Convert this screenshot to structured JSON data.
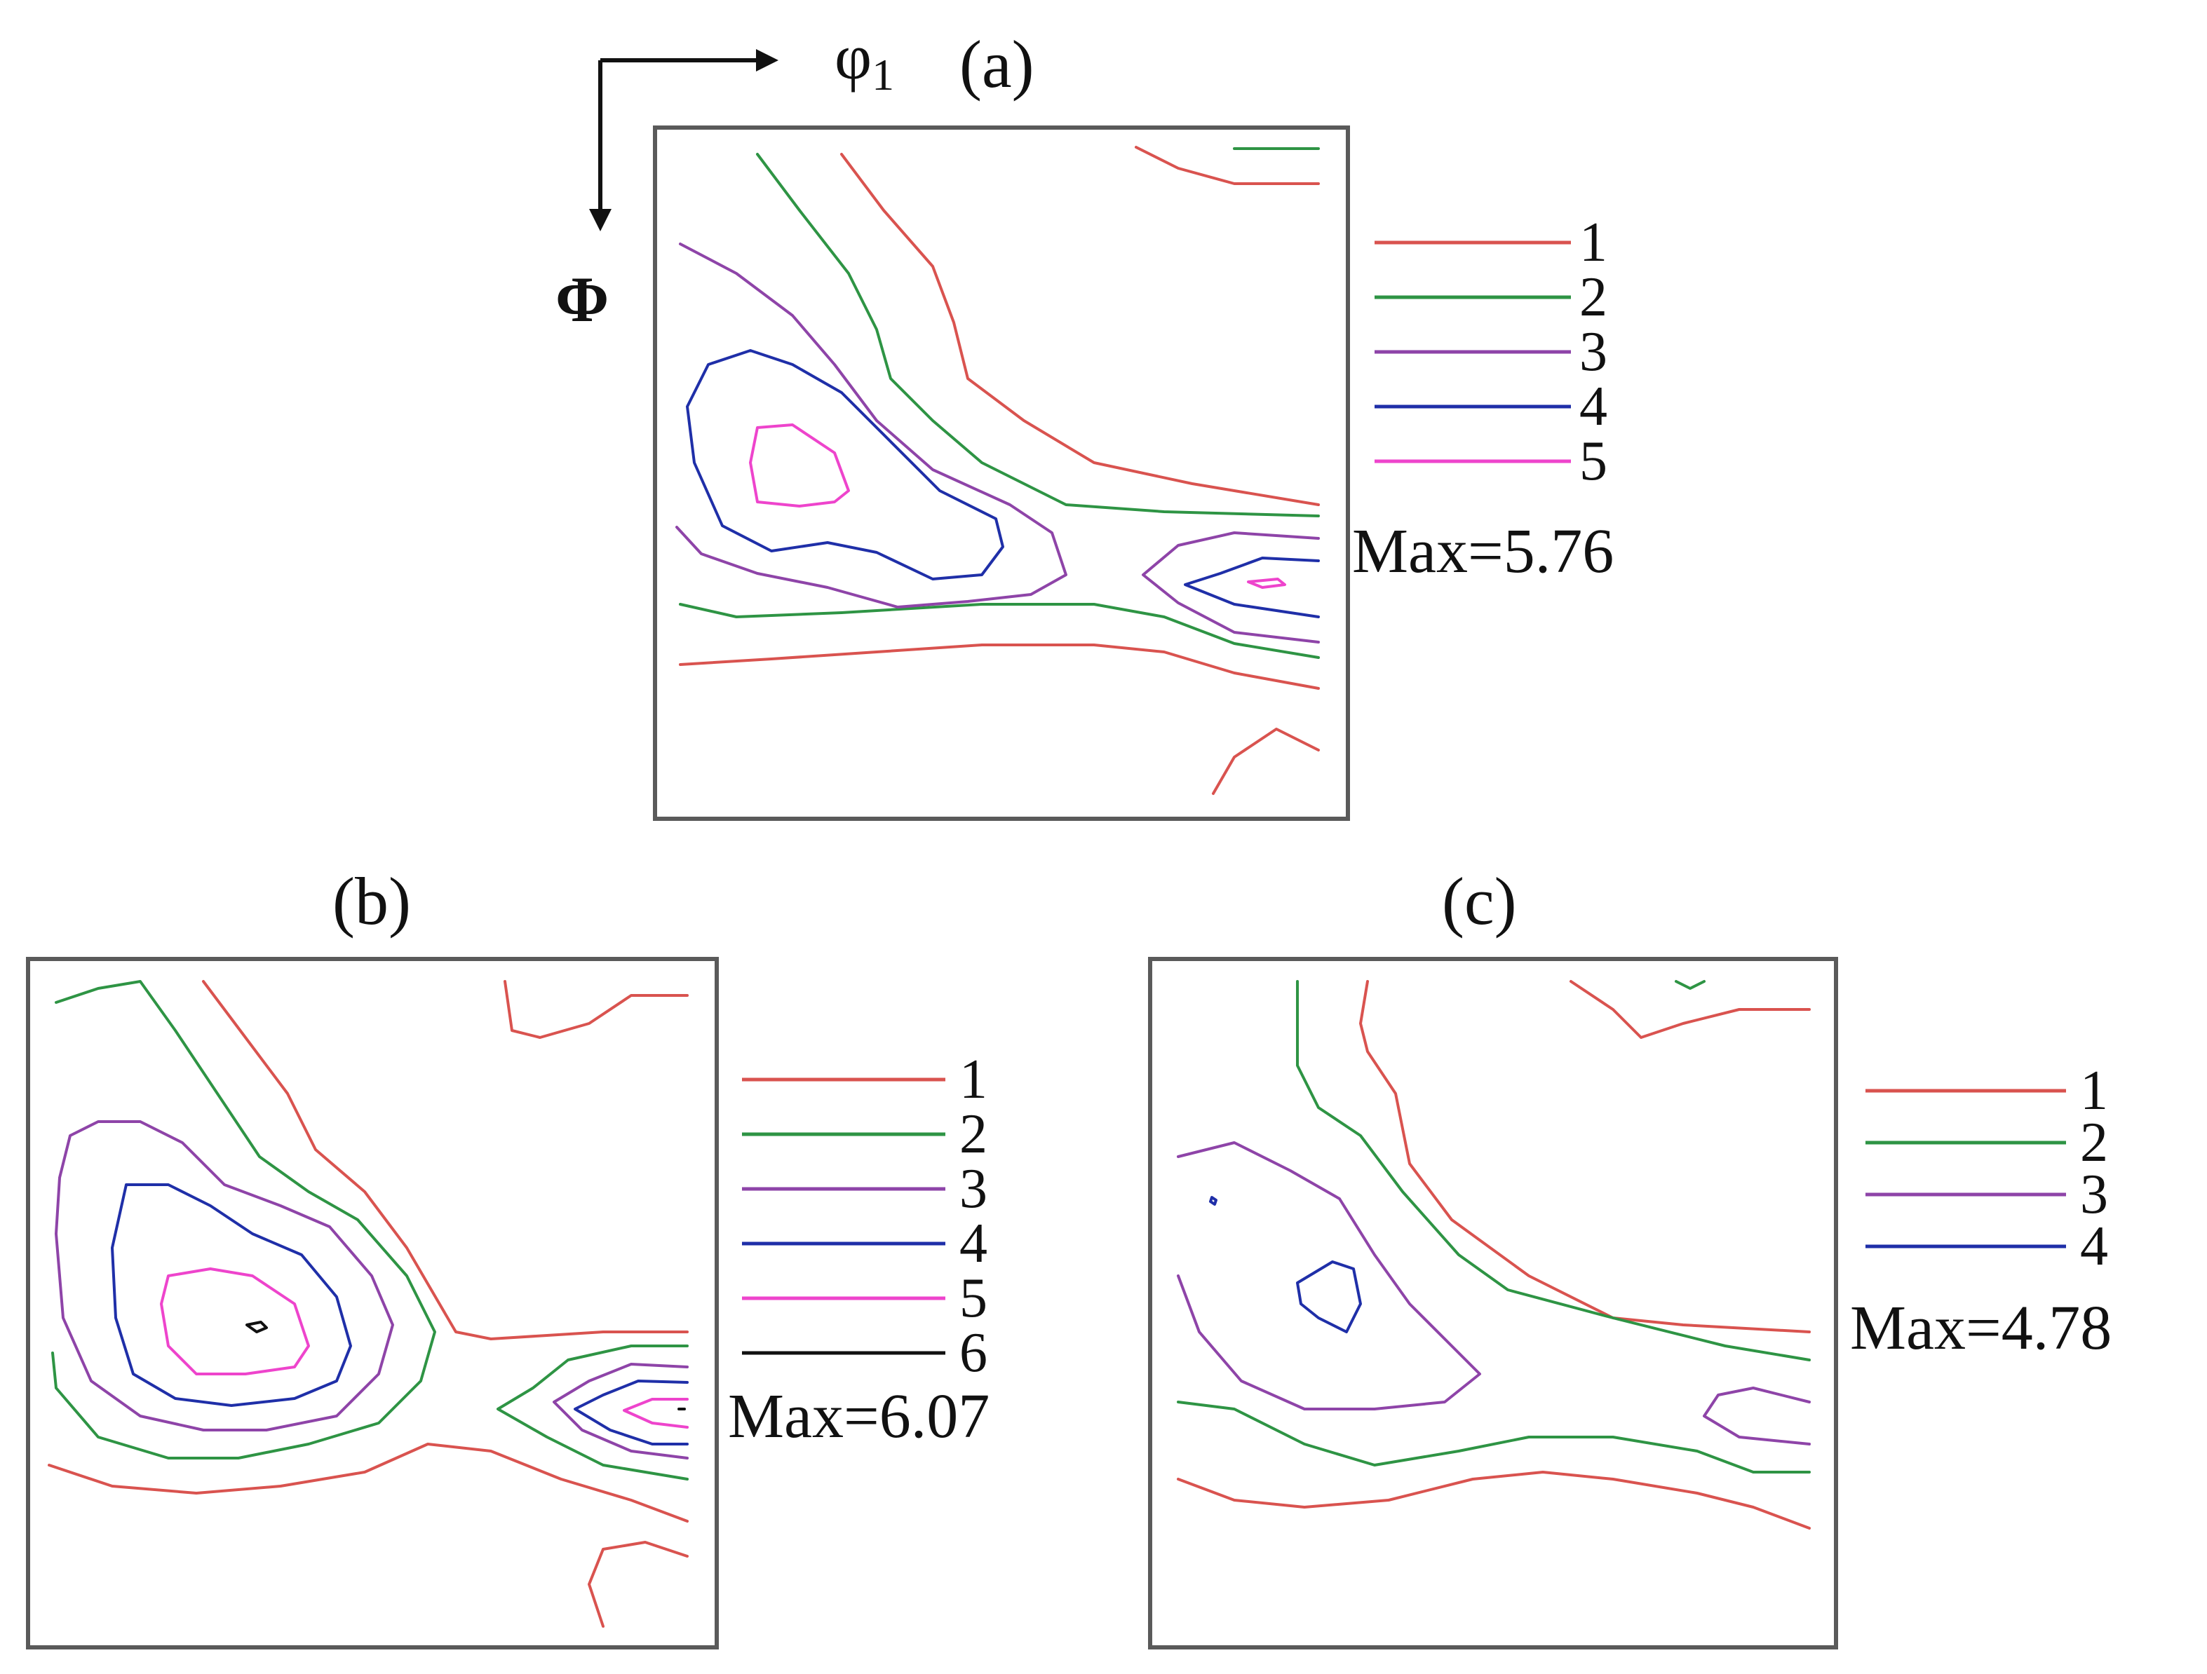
{
  "axes": {
    "horizontal_symbol": "φ",
    "horizontal_subscript": "1",
    "vertical_symbol": "Φ"
  },
  "colors": {
    "level_1": "#d9534f",
    "level_2": "#2e9444",
    "level_3": "#8e44a8",
    "level_4": "#1f2fa8",
    "level_5": "#ee44cc",
    "level_6": "#111111",
    "frame": "#5a5a5a"
  },
  "panels": [
    {
      "label": "(a)",
      "legend": [
        "1",
        "2",
        "3",
        "4",
        "5"
      ],
      "max_text": "Max=5.76"
    },
    {
      "label": "(b)",
      "legend": [
        "1",
        "2",
        "3",
        "4",
        "5",
        "6"
      ],
      "max_text": "Max=6.07"
    },
    {
      "label": "(c)",
      "legend": [
        "1",
        "2",
        "3",
        "4"
      ],
      "max_text": "Max=4.78"
    }
  ]
}
